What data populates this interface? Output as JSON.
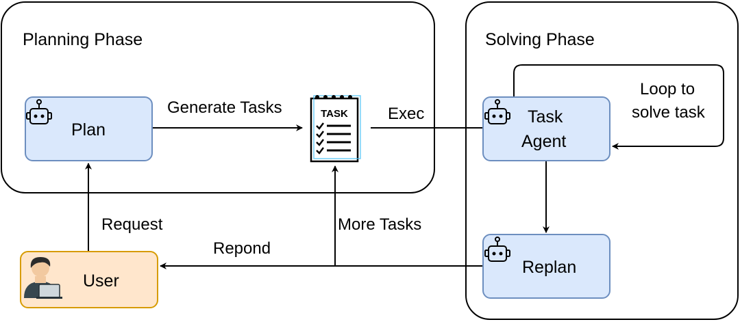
{
  "phases": {
    "planning": "Planning Phase",
    "solving": "Solving Phase"
  },
  "nodes": {
    "plan": "Plan",
    "task_agent_line1": "Task",
    "task_agent_line2": "Agent",
    "replan": "Replan",
    "user": "User",
    "task_card": "TASK"
  },
  "edges": {
    "generate_tasks": "Generate Tasks",
    "exec": "Exec",
    "loop_line1": "Loop to",
    "loop_line2": "solve task",
    "request": "Request",
    "more_tasks": "More Tasks",
    "repond": "Repond"
  },
  "colors": {
    "agent_fill": "#dae8fc",
    "agent_stroke": "#6c8ebf",
    "user_fill": "#ffe6cc",
    "user_stroke": "#d79b00"
  },
  "icons": {
    "agent": "robot-icon",
    "user": "person-laptop-icon",
    "task": "task-checklist-icon"
  }
}
